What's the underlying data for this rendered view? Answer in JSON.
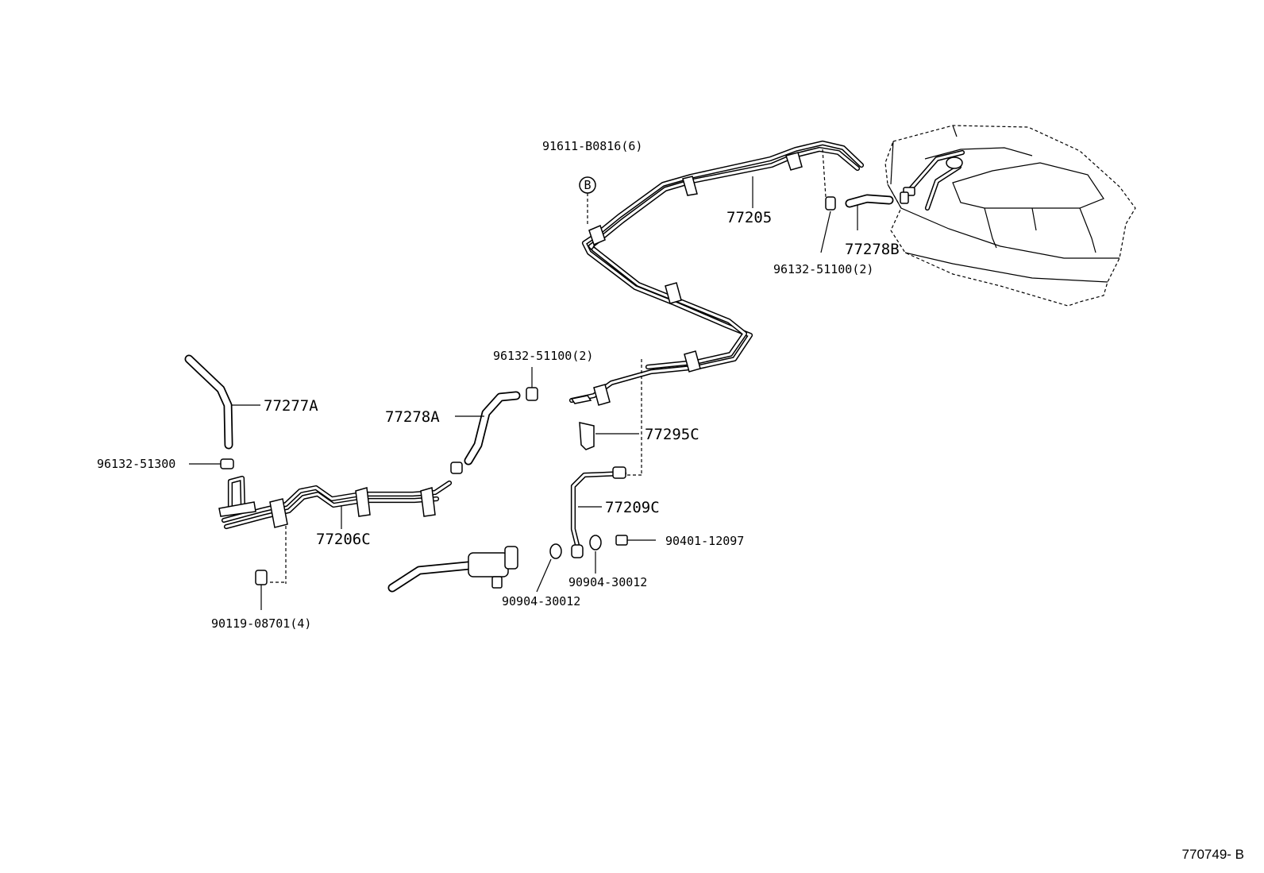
{
  "diagram": {
    "labels": {
      "bolt_b0816": "91611-B0816(6)",
      "marker_b": "B",
      "tube_77205": "77205",
      "hose_77278b": "77278B",
      "clamp_top_right": "96132-51100(2)",
      "clamp_middle": "96132-51100(2)",
      "hose_77277a": "77277A",
      "hose_77278a": "77278A",
      "bracket_77295c": "77295C",
      "clamp_51300": "96132-51300",
      "tube_77209c": "77209C",
      "tube_77206c": "77206C",
      "plug_12097": "90401-12097",
      "gasket_right": "90904-30012",
      "gasket_left": "90904-30012",
      "bolt_08701": "90119-08701(4)"
    },
    "doc_id": "770749- B"
  }
}
